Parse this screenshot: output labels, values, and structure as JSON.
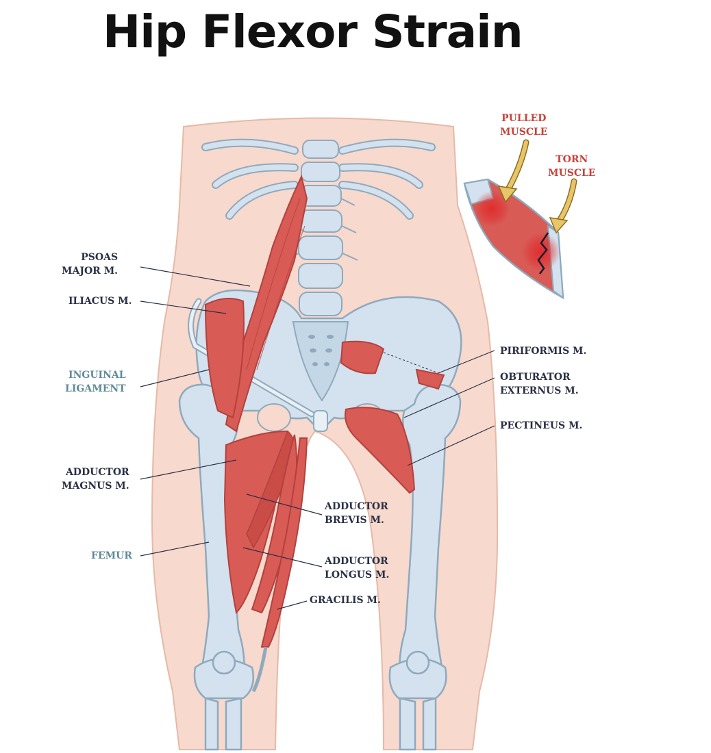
{
  "title": "Hip Flexor Strain",
  "colors": {
    "skin": "#f7d9cd",
    "skin_outline": "#e6b9a8",
    "bone": "#d3e2ee",
    "bone_outline": "#8fa9bd",
    "muscle": "#d85b55",
    "muscle_dark": "#b2413d",
    "label_dark": "#2a2f45",
    "label_teal": "#5f8a9a",
    "label_red": "#c8423a",
    "arrow": "#e9c56a"
  },
  "labels": {
    "psoas": "PSOAS\nMAJOR M.",
    "iliacus": "ILIACUS M.",
    "inguinal": "INGUINAL\nLIGAMENT",
    "adductor_magnus": "ADDUCTOR\nMAGNUS M.",
    "femur": "FEMUR",
    "adductor_brevis": "ADDUCTOR\nBREVIS M.",
    "adductor_longus": "ADDUCTOR\nLONGUS M.",
    "gracilis": "GRACILIS M.",
    "piriformis": "PIRIFORMIS M.",
    "obturator": "OBTURATOR\nEXTERNUS M.",
    "pectineus": "PECTINEUS M.",
    "pulled": "PULLED\nMUSCLE",
    "torn": "TORN\nMUSCLE"
  }
}
